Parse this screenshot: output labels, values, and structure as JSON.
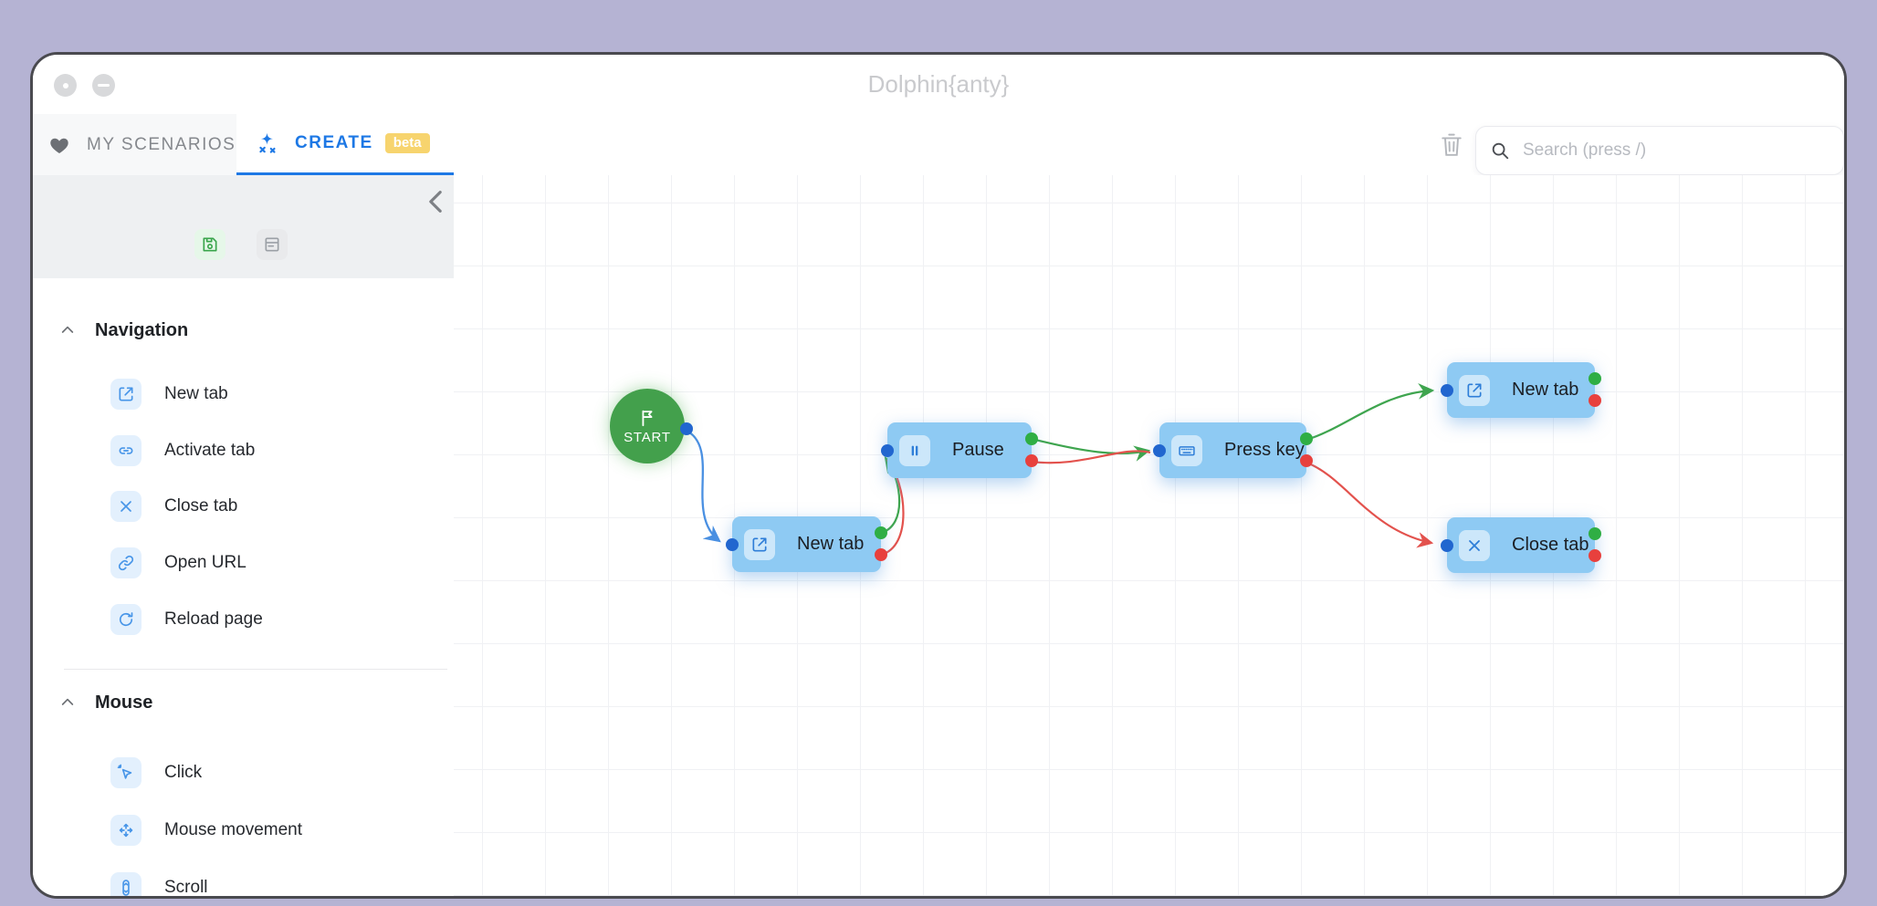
{
  "window": {
    "title": "Dolphin{anty}",
    "controls": [
      {
        "name": "window-close-button",
        "icon": "dot-icon"
      },
      {
        "name": "window-minimize-button",
        "icon": "minus-icon"
      }
    ]
  },
  "tab_bar": {
    "my_scenarios_label": "MY SCENARIOS",
    "my_scenarios_icon": "heart-icon",
    "create_label": "CREATE",
    "create_icon": "sparkles-icon",
    "beta_badge": "beta",
    "trash_icon": "trash-icon",
    "search": {
      "placeholder": "Search (press /)",
      "icon": "search-icon",
      "value": ""
    }
  },
  "sidebar": {
    "toolbar": [
      {
        "name": "save-button",
        "icon": "save-icon"
      },
      {
        "name": "report-button",
        "icon": "report-icon"
      }
    ],
    "collapse_icon": "chevron-left-icon",
    "sections": [
      {
        "label": "Navigation",
        "collapse_icon": "chevron-up-icon",
        "items": [
          {
            "icon": "new-tab-icon",
            "label": "New tab"
          },
          {
            "icon": "activate-tab-icon",
            "label": "Activate tab"
          },
          {
            "icon": "close-tab-icon",
            "label": "Close tab"
          },
          {
            "icon": "open-url-icon",
            "label": "Open URL"
          },
          {
            "icon": "reload-page-icon",
            "label": "Reload page"
          }
        ]
      },
      {
        "label": "Mouse",
        "collapse_icon": "chevron-up-icon",
        "items": [
          {
            "icon": "click-icon",
            "label": "Click"
          },
          {
            "icon": "mouse-movement-icon",
            "label": "Mouse movement"
          },
          {
            "icon": "scroll-icon",
            "label": "Scroll"
          }
        ]
      }
    ]
  },
  "canvas": {
    "start": {
      "label": "START",
      "icon": "flag-icon"
    },
    "nodes": [
      {
        "id": "new-tab-1",
        "label": "New tab",
        "icon": "new-tab-icon"
      },
      {
        "id": "pause",
        "label": "Pause",
        "icon": "pause-icon"
      },
      {
        "id": "press-key",
        "label": "Press key",
        "icon": "keyboard-icon"
      },
      {
        "id": "new-tab-2",
        "label": "New tab",
        "icon": "new-tab-icon"
      },
      {
        "id": "close-tab",
        "label": "Close tab",
        "icon": "close-tab-icon"
      }
    ],
    "edges": [
      {
        "from": "start",
        "to": "new-tab-1",
        "type": "default",
        "color": "#4a90e2"
      },
      {
        "from": "new-tab-1",
        "to": "pause",
        "type": "success",
        "color": "#3fa54f"
      },
      {
        "from": "new-tab-1",
        "to": "pause",
        "type": "error",
        "color": "#e3524d"
      },
      {
        "from": "pause",
        "to": "press-key",
        "type": "success",
        "color": "#3fa54f"
      },
      {
        "from": "pause",
        "to": "press-key",
        "type": "error",
        "color": "#e3524d"
      },
      {
        "from": "press-key",
        "to": "new-tab-2",
        "type": "success",
        "color": "#3fa54f"
      },
      {
        "from": "press-key",
        "to": "close-tab",
        "type": "error",
        "color": "#e3524d"
      }
    ],
    "ports": {
      "input": "#2166cf",
      "success": "#2fae44",
      "error": "#e8403d"
    }
  },
  "colors": {
    "accent_blue": "#1d78e5",
    "node_blue": "#8ecaf3",
    "start_green": "#43a04c",
    "beta_yellow": "#f7d46e",
    "sidebar_strip": "#eef0f2"
  }
}
